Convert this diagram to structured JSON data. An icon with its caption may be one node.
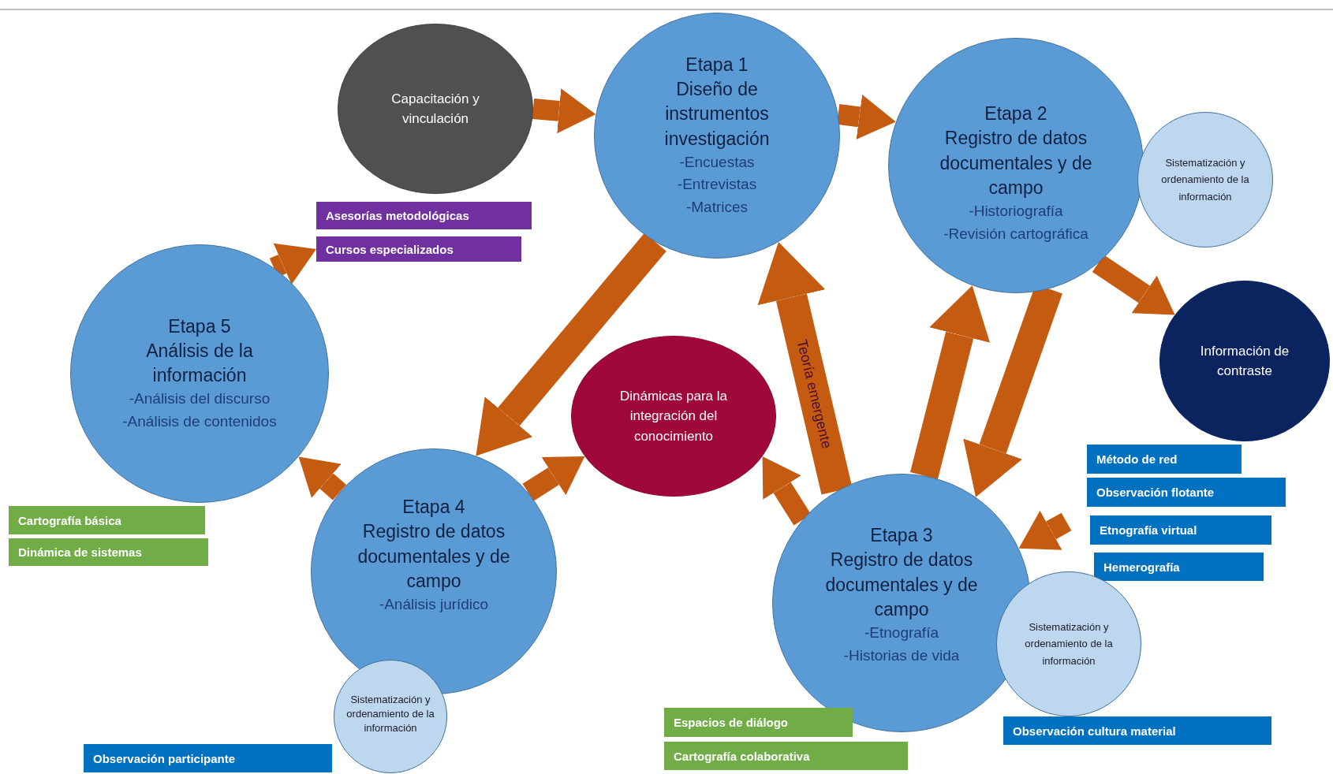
{
  "diagram": {
    "nodes": [
      {
        "text": [
          "Capacitación y vinculación"
        ]
      },
      {
        "text": [
          "Etapa 1",
          "Diseño de instrumentos investigación",
          "-Encuestas",
          "-Entrevistas",
          "-Matrices"
        ]
      },
      {
        "text": [
          "Etapa 2",
          "Registro de datos documentales y de campo",
          "-Historiografía",
          "-Revisión cartográfica"
        ]
      },
      {
        "text": [
          "Sistematización y ordenamiento de la información"
        ]
      },
      {
        "text": [
          "Asesorías metodológicas"
        ]
      },
      {
        "text": [
          "Cursos especializados"
        ]
      },
      {
        "text": [
          "Etapa 5",
          "Análisis de la información",
          "-Análisis del discurso",
          "-Análisis de contenidos"
        ]
      },
      {
        "text": [
          "Información de contraste"
        ]
      },
      {
        "text": [
          "Dinámicas para la integración del conocimiento"
        ]
      },
      {
        "text": [
          "Método de red"
        ]
      },
      {
        "text": [
          "Observación flotante"
        ]
      },
      {
        "text": [
          "Etnografía virtual"
        ]
      },
      {
        "text": [
          "Hemerografía"
        ]
      },
      {
        "text": [
          "Cartografía básica"
        ]
      },
      {
        "text": [
          "Dinámica de sistemas"
        ]
      },
      {
        "text": [
          "Etapa 4",
          "Registro de datos documentales y de campo",
          "-Análisis jurídico"
        ]
      },
      {
        "text": [
          "Etapa 3",
          "Registro de datos documentales y de campo",
          "-Etnografía",
          "-Historias de vida"
        ]
      },
      {
        "text": [
          "Sistematización y ordenamiento de la información"
        ]
      },
      {
        "text": [
          "Sistematización y ordenamiento de la información"
        ]
      },
      {
        "text": [
          "Espacios de diálogo"
        ]
      },
      {
        "text": [
          "Observación cultura material"
        ]
      },
      {
        "text": [
          "Cartografía colaborativa"
        ]
      },
      {
        "text": [
          "Observación participante"
        ]
      }
    ],
    "edges": [
      {
        "from": 0,
        "to": 1,
        "arrow": "to"
      },
      {
        "from": 1,
        "to": 2,
        "arrow": "to"
      },
      {
        "from": 2,
        "to": 7,
        "arrow": "to"
      },
      {
        "from": 1,
        "to": 15,
        "arrow": "to"
      },
      {
        "from": 16,
        "to": 1,
        "arrow": "to",
        "label": "Teoría emergente"
      },
      {
        "from": 16,
        "to": 2,
        "arrow": "to"
      },
      {
        "from": 2,
        "to": 16,
        "arrow": "to"
      },
      {
        "from": 16,
        "to": 8,
        "arrow": "to"
      },
      {
        "from": 15,
        "to": 8,
        "arrow": "to"
      },
      {
        "from": 15,
        "to": 6,
        "arrow": "to"
      },
      {
        "from": 6,
        "to": 5,
        "arrow": "to"
      },
      {
        "from": null,
        "to": 16,
        "arrow": "to"
      }
    ]
  }
}
